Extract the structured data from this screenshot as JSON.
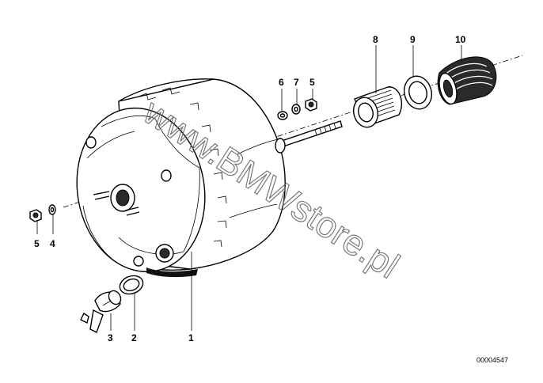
{
  "callouts": {
    "c1": "1",
    "c2": "2",
    "c3": "3",
    "c4": "4",
    "c5_left": "5",
    "c5_top": "5",
    "c6": "6",
    "c7": "7",
    "c8": "8",
    "c9": "9",
    "c10": "10"
  },
  "watermark": "www.BMWstore.pl",
  "part_number": "00004547",
  "colors": {
    "ink": "#000000",
    "watermark": "#6f6f6f",
    "background": "#ffffff"
  }
}
